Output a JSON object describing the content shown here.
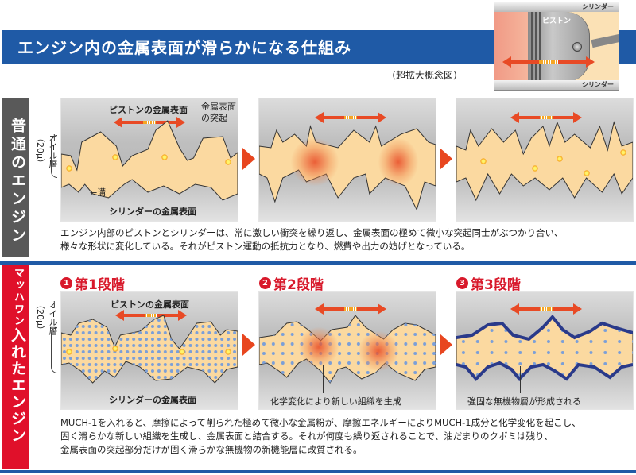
{
  "header": {
    "title": "エンジン内の金属表面が滑らかになる仕組み",
    "concept_label": "（超拡大概念図）",
    "colors": {
      "title_bg": "#1f5aa6",
      "title_text": "#ffffff"
    }
  },
  "piston_diagram": {
    "cylinder_top_label": "シリンダー",
    "cylinder_bottom_label": "シリンダー",
    "piston_label": "ピストン",
    "motion_arrow": "double-headed-arrow"
  },
  "normal_engine": {
    "side_label": "普通のエンジン",
    "side_color": "#595959",
    "panel1": {
      "piston_surface_label": "ピストンの金属表面",
      "protrusion_label": "金属表面の突起",
      "groove_label": "←溝",
      "cylinder_surface_label": "シリンダーの金属表面",
      "oil_layer_label": "オイル層（20μ）"
    },
    "description": [
      "エンジン内部のピストンとシリンダーは、常に激しい衝突を繰り返し、金属表面の極めて微小な突起同士がぶつかり合い、",
      "様々な形状に変化している。それがピストン運動の抵抗力となり、燃費や出力の妨げとなっている。"
    ]
  },
  "much1_engine": {
    "side_label_small": "マッハワン",
    "side_label_big": "入れたエンジン",
    "side_color": "#e0102a",
    "stages": [
      {
        "num": "1",
        "title": "第1段階",
        "piston_surface_label": "ピストンの金属表面",
        "cylinder_surface_label": "シリンダーの金属表面",
        "oil_layer_label": "オイル層（20μ）"
      },
      {
        "num": "2",
        "title": "第2段階",
        "annotation": "化学変化により新しい組織を生成"
      },
      {
        "num": "3",
        "title": "第3段階",
        "annotation": "強固な無機物層が形成される"
      }
    ],
    "description": [
      "MUCH-1を入れると、摩擦によって削られた極めて微小な金属粉が、摩擦エネルギーによりMUCH-1成分と化学変化を起こし、",
      "固く滑らかな新しい組織を生成し、金属表面と結合する。それが何度も繰り返されることで、油だまりのクボミは残り、",
      "金属表面の突起部分だけが固く滑らかな無機物の新機能層に改質される。"
    ]
  },
  "colors": {
    "accent_red": "#d8192b",
    "arrow_orange": "#e84a25",
    "metal_fill": "#fbd9a0",
    "particle_blue": "#7b9fd8",
    "inorganic_layer": "#2a3a8a"
  }
}
